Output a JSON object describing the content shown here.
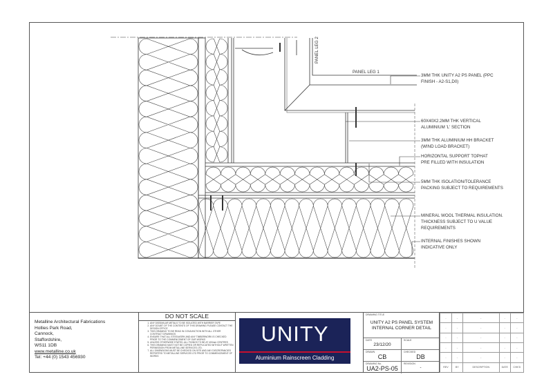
{
  "drawing": {
    "colors": {
      "line": "#333333",
      "insulation": "#444444"
    },
    "annotations": {
      "panel_leg_1": "PANEL LEG 1",
      "panel_leg_2": "PANEL LEG 2",
      "panel": [
        "3MM THK UNITY A2 PS PANEL (PPC",
        "FINISH - A2-S1,D0)"
      ],
      "l_section": [
        "60X40X2.2MM THK VERTICAL",
        "ALUMINIUM 'L' SECTION"
      ],
      "bracket": [
        "3MM THK ALUMINIUM HH BRACKET",
        "(WIND LOAD BRACKET)"
      ],
      "tophat": [
        "HORIZONTAL SUPPORT TOPHAT",
        "PRE FILLED WITH INSULATION"
      ],
      "packing": [
        "5MM THK ISOLATION/TOLERANCE",
        "PACKING SUBJECT TO REQUIREMENTS"
      ],
      "insulation": [
        "MINERAL WOOL THERMAL INSULATION.",
        "THICKNESS SUBJECT TO U VALUE",
        "REQUIREMENTS"
      ],
      "finishes": [
        "INTERNAL FINISHES SHOWN",
        "INDICATIVE ONLY"
      ]
    }
  },
  "title_block": {
    "company": {
      "name": "Metalline Architectural Fabrications",
      "address": [
        "Hollies Park Road,",
        "Cannock,",
        "Staffordshire,",
        "WS11 1DB"
      ],
      "website": "www.metalline.co.uk",
      "phone": "Tel: +44 (0) 1543 456930"
    },
    "notes_heading": "DO NOT SCALE",
    "notes": [
      "ANY DISSIMILAR METALS TO BE ISOLATED WITH BARRIER TAPE",
      "ANY DOUBT OF THE CONTENTS OF THIS DRAWING PLEASE CONTACT THE DESIGN OFFICE",
      "THIS DRAWING TO BE READ IN CONJUNCTION WITH ALL OTHER CONTRACT DRAWINGS",
      "ENSURE THAT ALL STEELWORK AND ANY TIMBERWORK IS CHECKED PRIOR TO THE COMMENCEMENT OF OUR WORKS",
      "UNLESS OTHERWISE STATED, ALL FIXINGS TO BE AT 400mm CENTRES",
      "THIS DRAWING MUST NOT BE COPIED OR REPLICATED WITHOUT WRITTEN PERMISSION FROM METALLINE SERVICES LTD.",
      "ALL DIMENSIONS MUST BE CHECKED ON SITE AND ANY DISCREPANCIES REPORTED TO METALLINE SERVICES LTD PRIOR TO COMMENCEMENT OF WORKS"
    ],
    "logo": {
      "title": "UNITY",
      "subtitle": "Aluminium Rainscreen Cladding",
      "bg": "#1b2358",
      "accent": "#c8102e"
    },
    "drawing_title_caption": "DRAWING TITLE",
    "drawing_title": [
      "UNITY A2 PS PANEL SYSTEM",
      "INTERNAL CORNER DETAIL"
    ],
    "date_caption": "DATE",
    "date": "23/12/20",
    "scale_caption": "SCALE",
    "scale": "",
    "drawn_caption": "DRAWN",
    "drawn": "CB",
    "checked_caption": "CHECKED",
    "checked": "DB",
    "drawing_no_caption": "DRAWING No.",
    "drawing_no": "UA2-PS-05",
    "revision_caption": "REVISION",
    "revision": "-",
    "revision_table": {
      "headers": [
        "REV",
        "BY",
        "DESCRIPTION",
        "DATE",
        "CHK'D"
      ],
      "rows": [
        [
          "-",
          "-",
          "-",
          "-",
          "-"
        ],
        [
          "-",
          "-",
          "-",
          "-",
          "-"
        ],
        [
          "-",
          "-",
          "-",
          "-",
          "-"
        ],
        [
          "-",
          "-",
          "-",
          "-",
          "-"
        ],
        [
          "-",
          "-",
          "-",
          "-",
          "-"
        ]
      ]
    }
  }
}
